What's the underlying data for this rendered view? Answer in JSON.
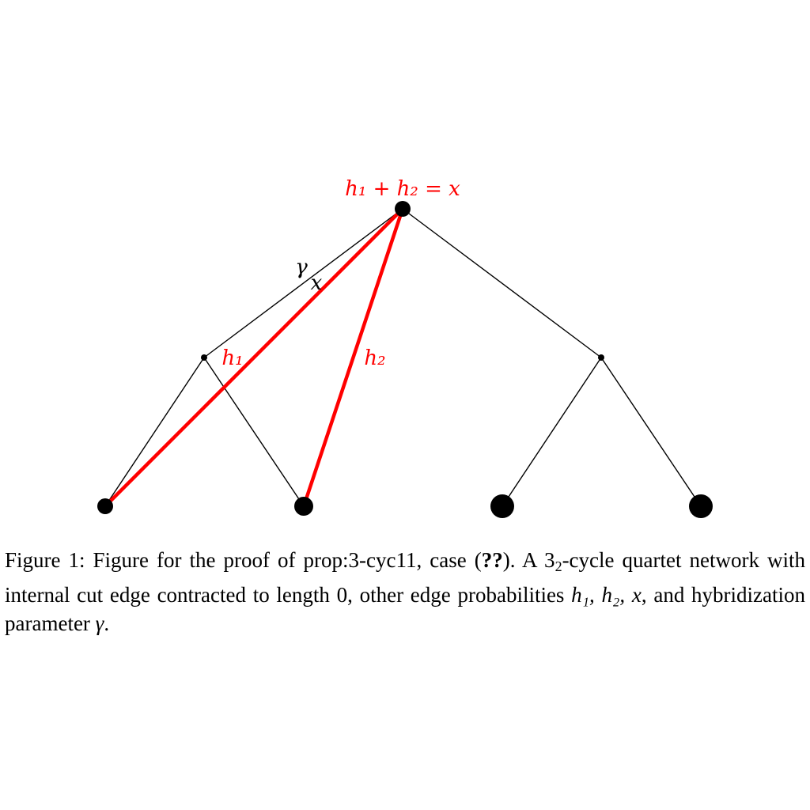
{
  "colors": {
    "highlight": "#ff0000",
    "edge": "#000000",
    "node": "#000000"
  },
  "diagram": {
    "top_label": "h₁ + h₂ = x",
    "gamma_label": "γ",
    "x_label": "x",
    "h1_label": "h₁",
    "h2_label": "h₂"
  },
  "caption": {
    "prefix": "Figure 1: Figure for the proof of prop:3-cyc11, case (",
    "ref": "??",
    "mid1": "). A 3",
    "sub": "2",
    "mid2": "-cycle quartet network with internal cut edge contracted to length 0, other edge probabilities ",
    "vars": "h₁, h₂, x",
    "mid3": ", and hybridization parameter ",
    "gamma": "γ",
    "end": "."
  }
}
